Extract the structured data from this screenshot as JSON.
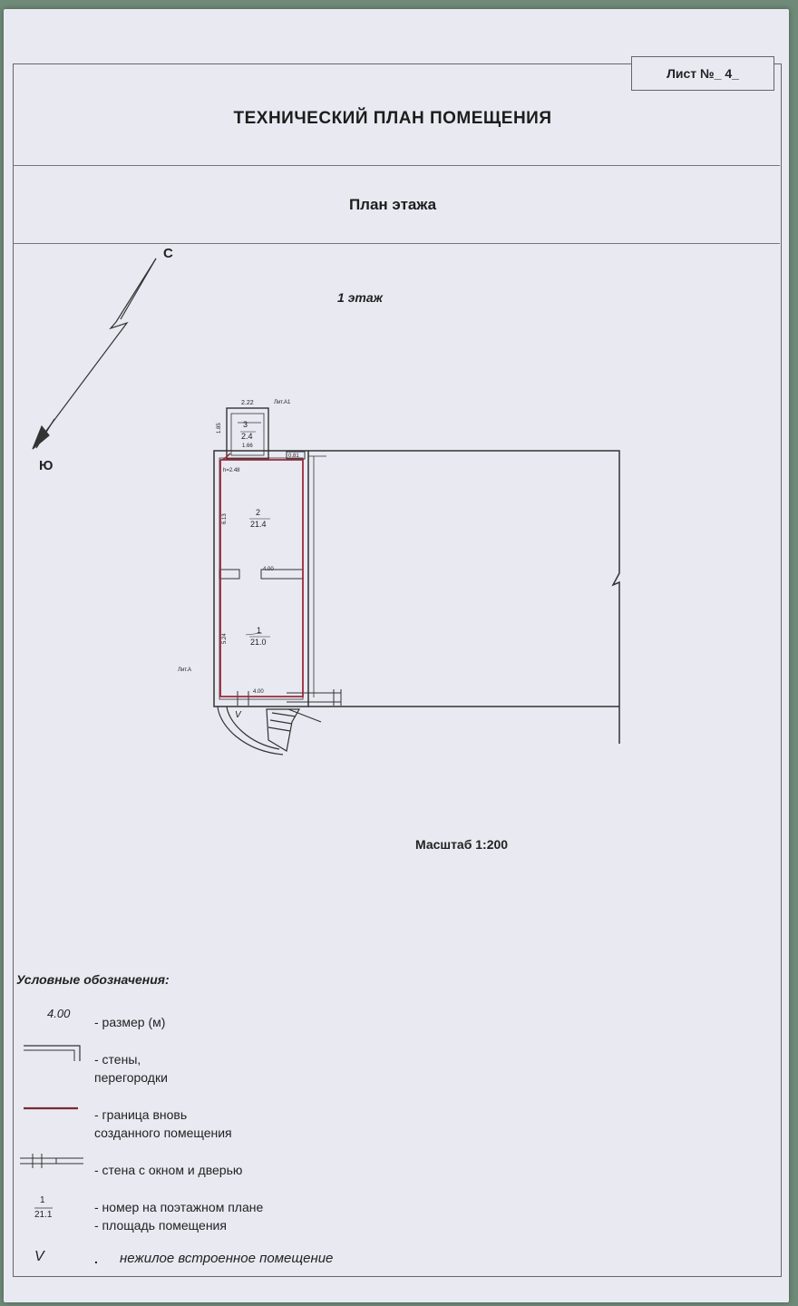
{
  "sheet": {
    "label": "Лист №_ 4_"
  },
  "header": {
    "title": "ТЕХНИЧЕСКИЙ ПЛАН ПОМЕЩЕНИЯ",
    "subtitle": "План этажа"
  },
  "floor_label": "1 этаж",
  "compass": {
    "north": "С",
    "south": "Ю"
  },
  "plan": {
    "rooms": [
      {
        "number": "1",
        "area": "21.0"
      },
      {
        "number": "2",
        "area": "21.4"
      },
      {
        "number": "3",
        "area": "2.4"
      }
    ],
    "dimensions": {
      "top_width": "2.22",
      "room3_side": "1.85",
      "room3_inner": "1.66",
      "height_mark": "h=2.48",
      "door_width": "0.81",
      "room2_length": "6.13",
      "middle_width": "4.00",
      "room1_length": "5.24",
      "bottom_width": "4.00"
    },
    "labels": {
      "lit_a1": "Лит.А1",
      "lit_a": "Лит.А",
      "nonresidential_mark": "V"
    }
  },
  "scale": "Масштаб  1:200",
  "legend": {
    "title": "Условные обозначения:",
    "size_symbol": "4.00",
    "size_text": "- размер (м)",
    "walls_text_1": "- стены,",
    "walls_text_2": "перегородки",
    "boundary_text_1": "- граница вновь",
    "boundary_text_2": "созданного помещения",
    "window_door_text": "- стена с окном и дверью",
    "number_symbol": "1",
    "area_symbol": "21.1",
    "number_text": "- номер на поэтажном плане",
    "area_text": "- площадь помещения",
    "v_symbol": "V",
    "v_dot": ".",
    "v_text": "нежилое встроенное помещение"
  },
  "colors": {
    "paper": "#e9e9f2",
    "boundary": "#9b2a3a",
    "lines": "#333333"
  }
}
